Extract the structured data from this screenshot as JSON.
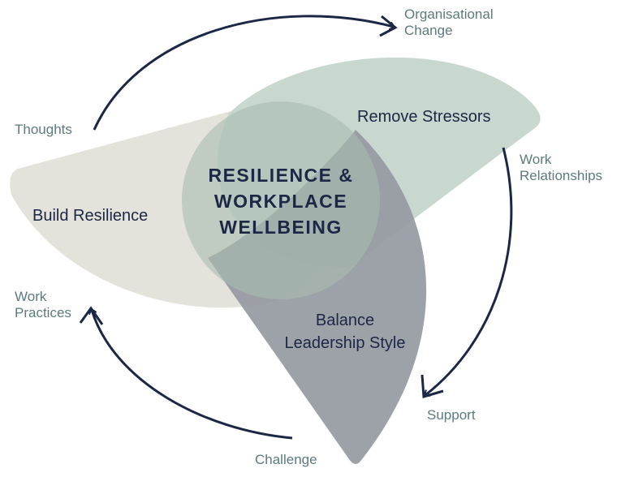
{
  "center": {
    "line1": "RESILIENCE &",
    "line2": "WORKPLACE",
    "line3": "WELLBEING"
  },
  "zones": {
    "build": "Build Resilience",
    "remove": "Remove Stressors",
    "balance_line1": "Balance",
    "balance_line2": "Leadership Style"
  },
  "labels": {
    "org_line1": "Organisational",
    "org_line2": "Change",
    "thoughts": "Thoughts",
    "work_rel_line1": "Work",
    "work_rel_line2": "Relationships",
    "work_prac_line1": "Work",
    "work_prac_line2": "Practices",
    "support": "Support",
    "challenge": "Challenge"
  },
  "colors": {
    "build": "#e3e2db",
    "remove": "#c6d6cc",
    "balance": "#989ca3",
    "circle": "#a9bcb0",
    "text": "#1c2745",
    "label": "#5d7a80",
    "arrow": "#1c2745"
  }
}
